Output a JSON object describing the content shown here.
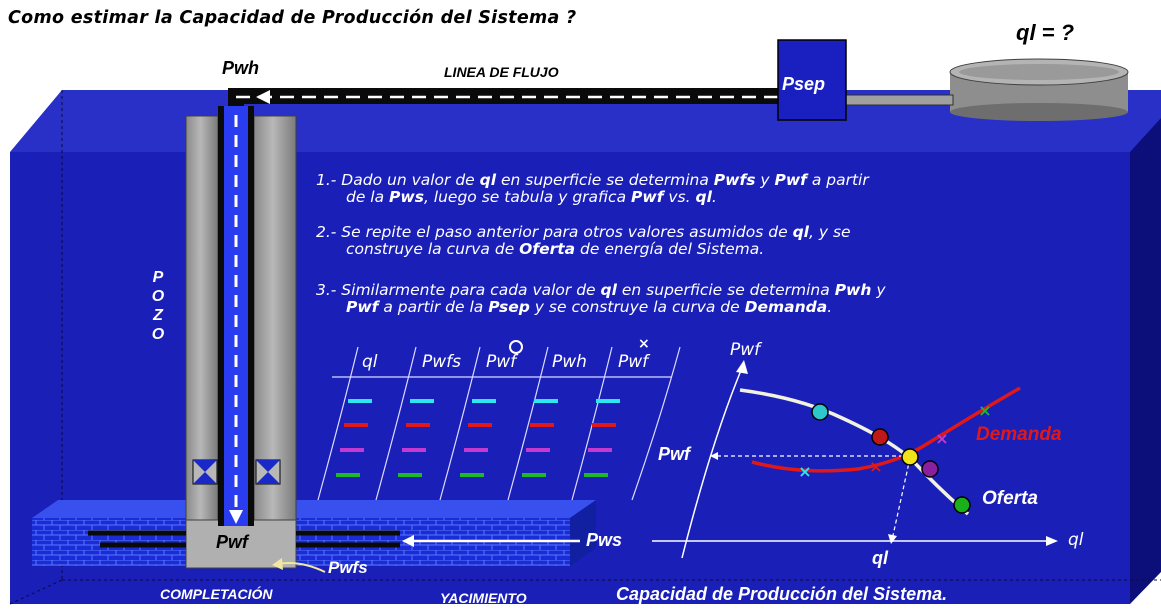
{
  "title": "Como estimar la Capacidad de Producción del Sistema ?",
  "ql_question": "ql = ?",
  "labels": {
    "pwh_top": "Pwh",
    "flowline": "LINEA DE FLUJO",
    "psep": "Psep",
    "pozo": [
      "P",
      "O",
      "Z",
      "O"
    ],
    "pwf_well": "Pwf",
    "pwfs": "Pwfs",
    "pws": "Pws",
    "completacion": "COMPLETACIÓN",
    "yacimiento": "YACIMIENTO",
    "capacidad": "Capacidad de Producción del Sistema."
  },
  "steps": [
    {
      "prefix": "1.- Dado un valor de ",
      "b1": "ql",
      "mid1": " en superficie se determina ",
      "b2": "Pwfs",
      "mid2": " y ",
      "b3": "Pwf",
      "end1": " a partir",
      "line2a": "de la ",
      "b4": "Pws",
      "line2b": ", luego se tabula y grafica ",
      "b5": "Pwf",
      "line2c": " vs. ",
      "b6": "ql",
      "line2d": "."
    },
    {
      "prefix": "2.- Se repite el paso anterior para otros valores asumidos de ",
      "b1": "ql",
      "end1": ", y se",
      "line2a": "construye la curva de ",
      "b2": "Oferta",
      "line2b": " de energía del Sistema."
    },
    {
      "prefix": "3.- Similarmente para cada valor de ",
      "b1": "ql",
      "mid1": " en superficie se determina ",
      "b2": "Pwh",
      "end1": " y",
      "b3": "Pwf",
      "line2a": " a partir de la ",
      "b4": "Psep",
      "line2b": " y se construye la curva de ",
      "b5": "Demanda",
      "line2c": "."
    }
  ],
  "table": {
    "headers": [
      "ql",
      "Pwfs",
      "Pwf",
      "Pwh",
      "Pwf"
    ],
    "header_marks": [
      "",
      "",
      "○",
      "",
      "×"
    ],
    "row_colors": [
      "#2ee6f0",
      "#e01818",
      "#c43ad0",
      "#1fb82a"
    ]
  },
  "chart_data": {
    "type": "line",
    "xlabel": "ql",
    "ylabel": "Pwf",
    "series": [
      {
        "name": "Oferta",
        "color": "#f2f2e8"
      },
      {
        "name": "Demanda",
        "color": "#e01818"
      }
    ],
    "point_colors": [
      "#2ec8cc",
      "#c01818",
      "#f2e21a",
      "#8a1fa0",
      "#19b019"
    ],
    "cross_colors": [
      "#2ee6f0",
      "#e01818",
      "#c43ad0",
      "#1fb82a"
    ],
    "operating_point": {
      "x_label": "ql",
      "y_label": "Pwf"
    }
  }
}
